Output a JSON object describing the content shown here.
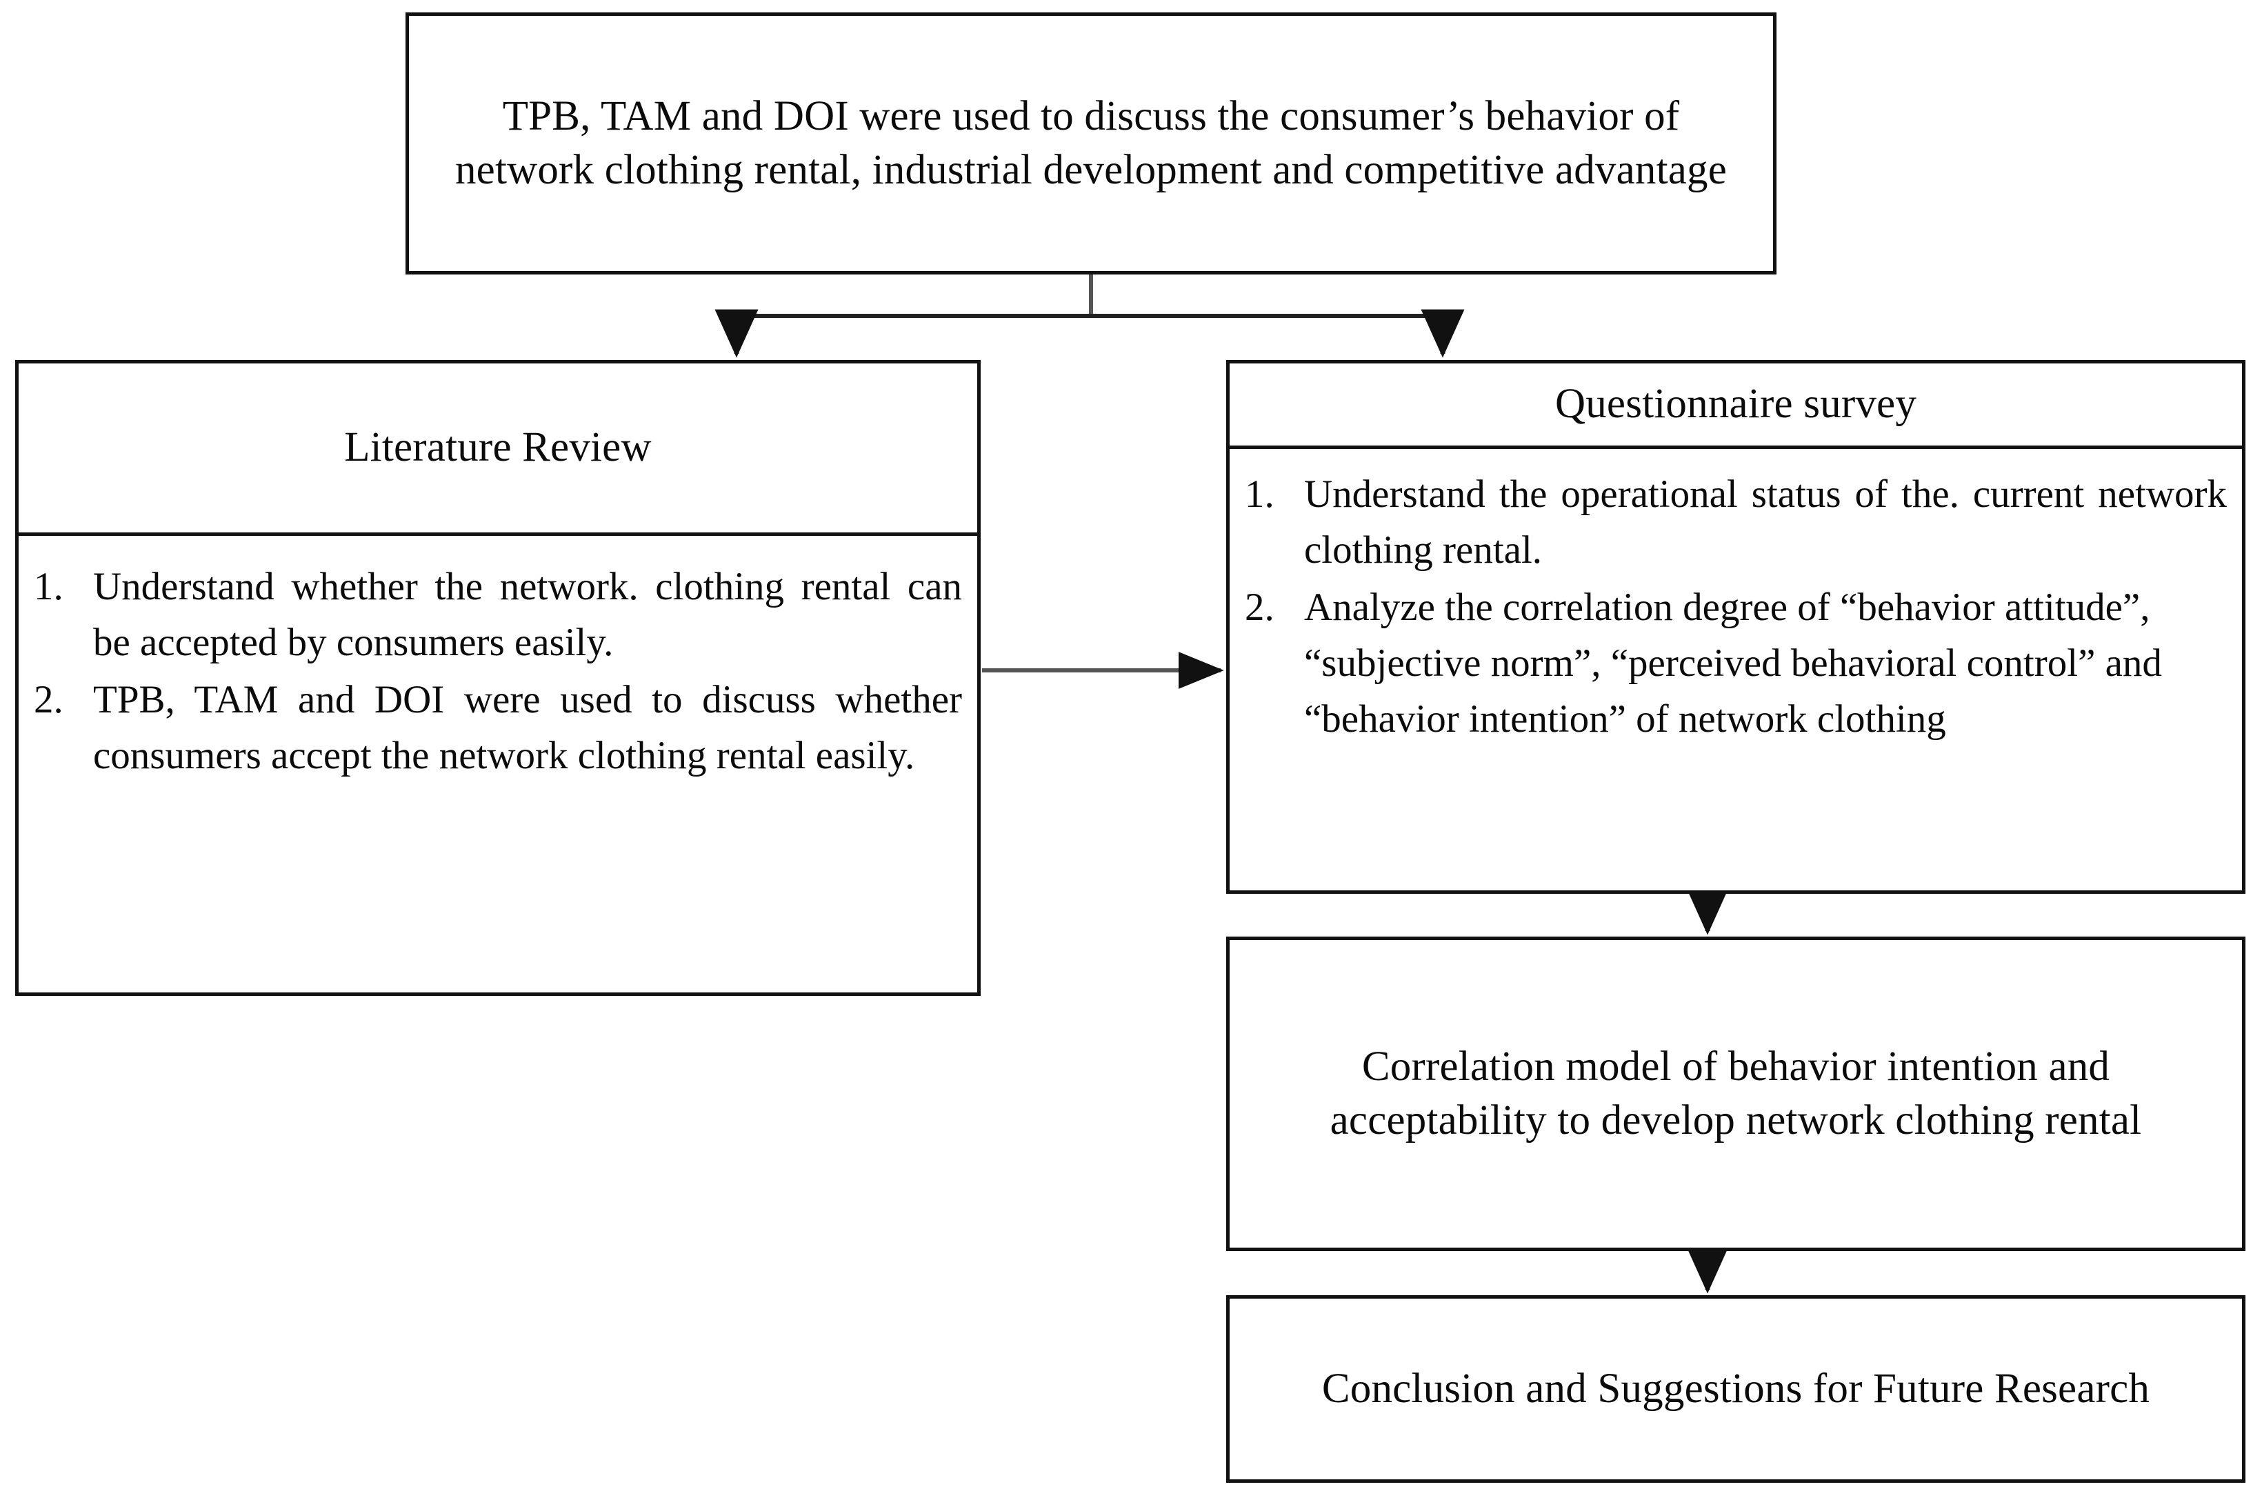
{
  "diagram": {
    "title": "Research framework flowchart",
    "colors": {
      "stroke": "#111111",
      "background": "#ffffff",
      "text": "#0b0b0b"
    }
  },
  "root": {
    "text": "TPB, TAM and DOI were used to discuss the consumer’s behavior of network clothing rental, industrial development and competitive advantage"
  },
  "literature_review": {
    "header": "Literature Review",
    "items": [
      {
        "num": "1.",
        "text": "Understand whether the network. clothing rental can be accepted by consumers easily."
      },
      {
        "num": "2.",
        "text": "TPB, TAM and DOI were used to discuss whether consumers accept the network clothing rental easily."
      }
    ]
  },
  "questionnaire_survey": {
    "header": "Questionnaire survey",
    "items": [
      {
        "num": "1.",
        "text": "Understand the operational status of the. current network clothing rental."
      },
      {
        "num": "2.",
        "text": "Analyze the correlation degree of “behavior attitude”, “subjective norm”, “perceived behavioral control” and “behavior intention” of network clothing"
      }
    ]
  },
  "correlation_model": {
    "text": "Correlation model of behavior intention and acceptability to develop network clothing rental"
  },
  "conclusion": {
    "text": "Conclusion and Suggestions for Future Research"
  },
  "connectors": [
    {
      "name": "root-to-literature-review",
      "type": "elbow-arrow"
    },
    {
      "name": "root-to-questionnaire-survey",
      "type": "elbow-arrow"
    },
    {
      "name": "literature-review-to-questionnaire-survey",
      "type": "horizontal-arrow"
    },
    {
      "name": "questionnaire-survey-to-correlation-model",
      "type": "vertical-arrow"
    },
    {
      "name": "correlation-model-to-conclusion",
      "type": "vertical-arrow"
    }
  ]
}
